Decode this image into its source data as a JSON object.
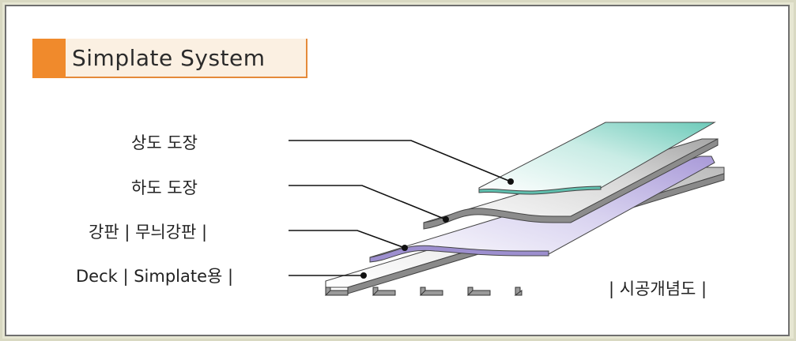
{
  "title": "Simplate System",
  "layers": [
    {
      "label": "상도 도장"
    },
    {
      "label": "하도 도장"
    },
    {
      "label": "강판 | 무늬강판 |"
    },
    {
      "label": "Deck | Simplate용 |"
    }
  ],
  "caption": "| 시공개념도 |",
  "colors": {
    "accent": "#f08a2c",
    "topcoat": "#8fd6c8",
    "primer": "#9a9a9a",
    "steel_plate": "#c7bfe6",
    "deck": "#b5b5b5"
  }
}
